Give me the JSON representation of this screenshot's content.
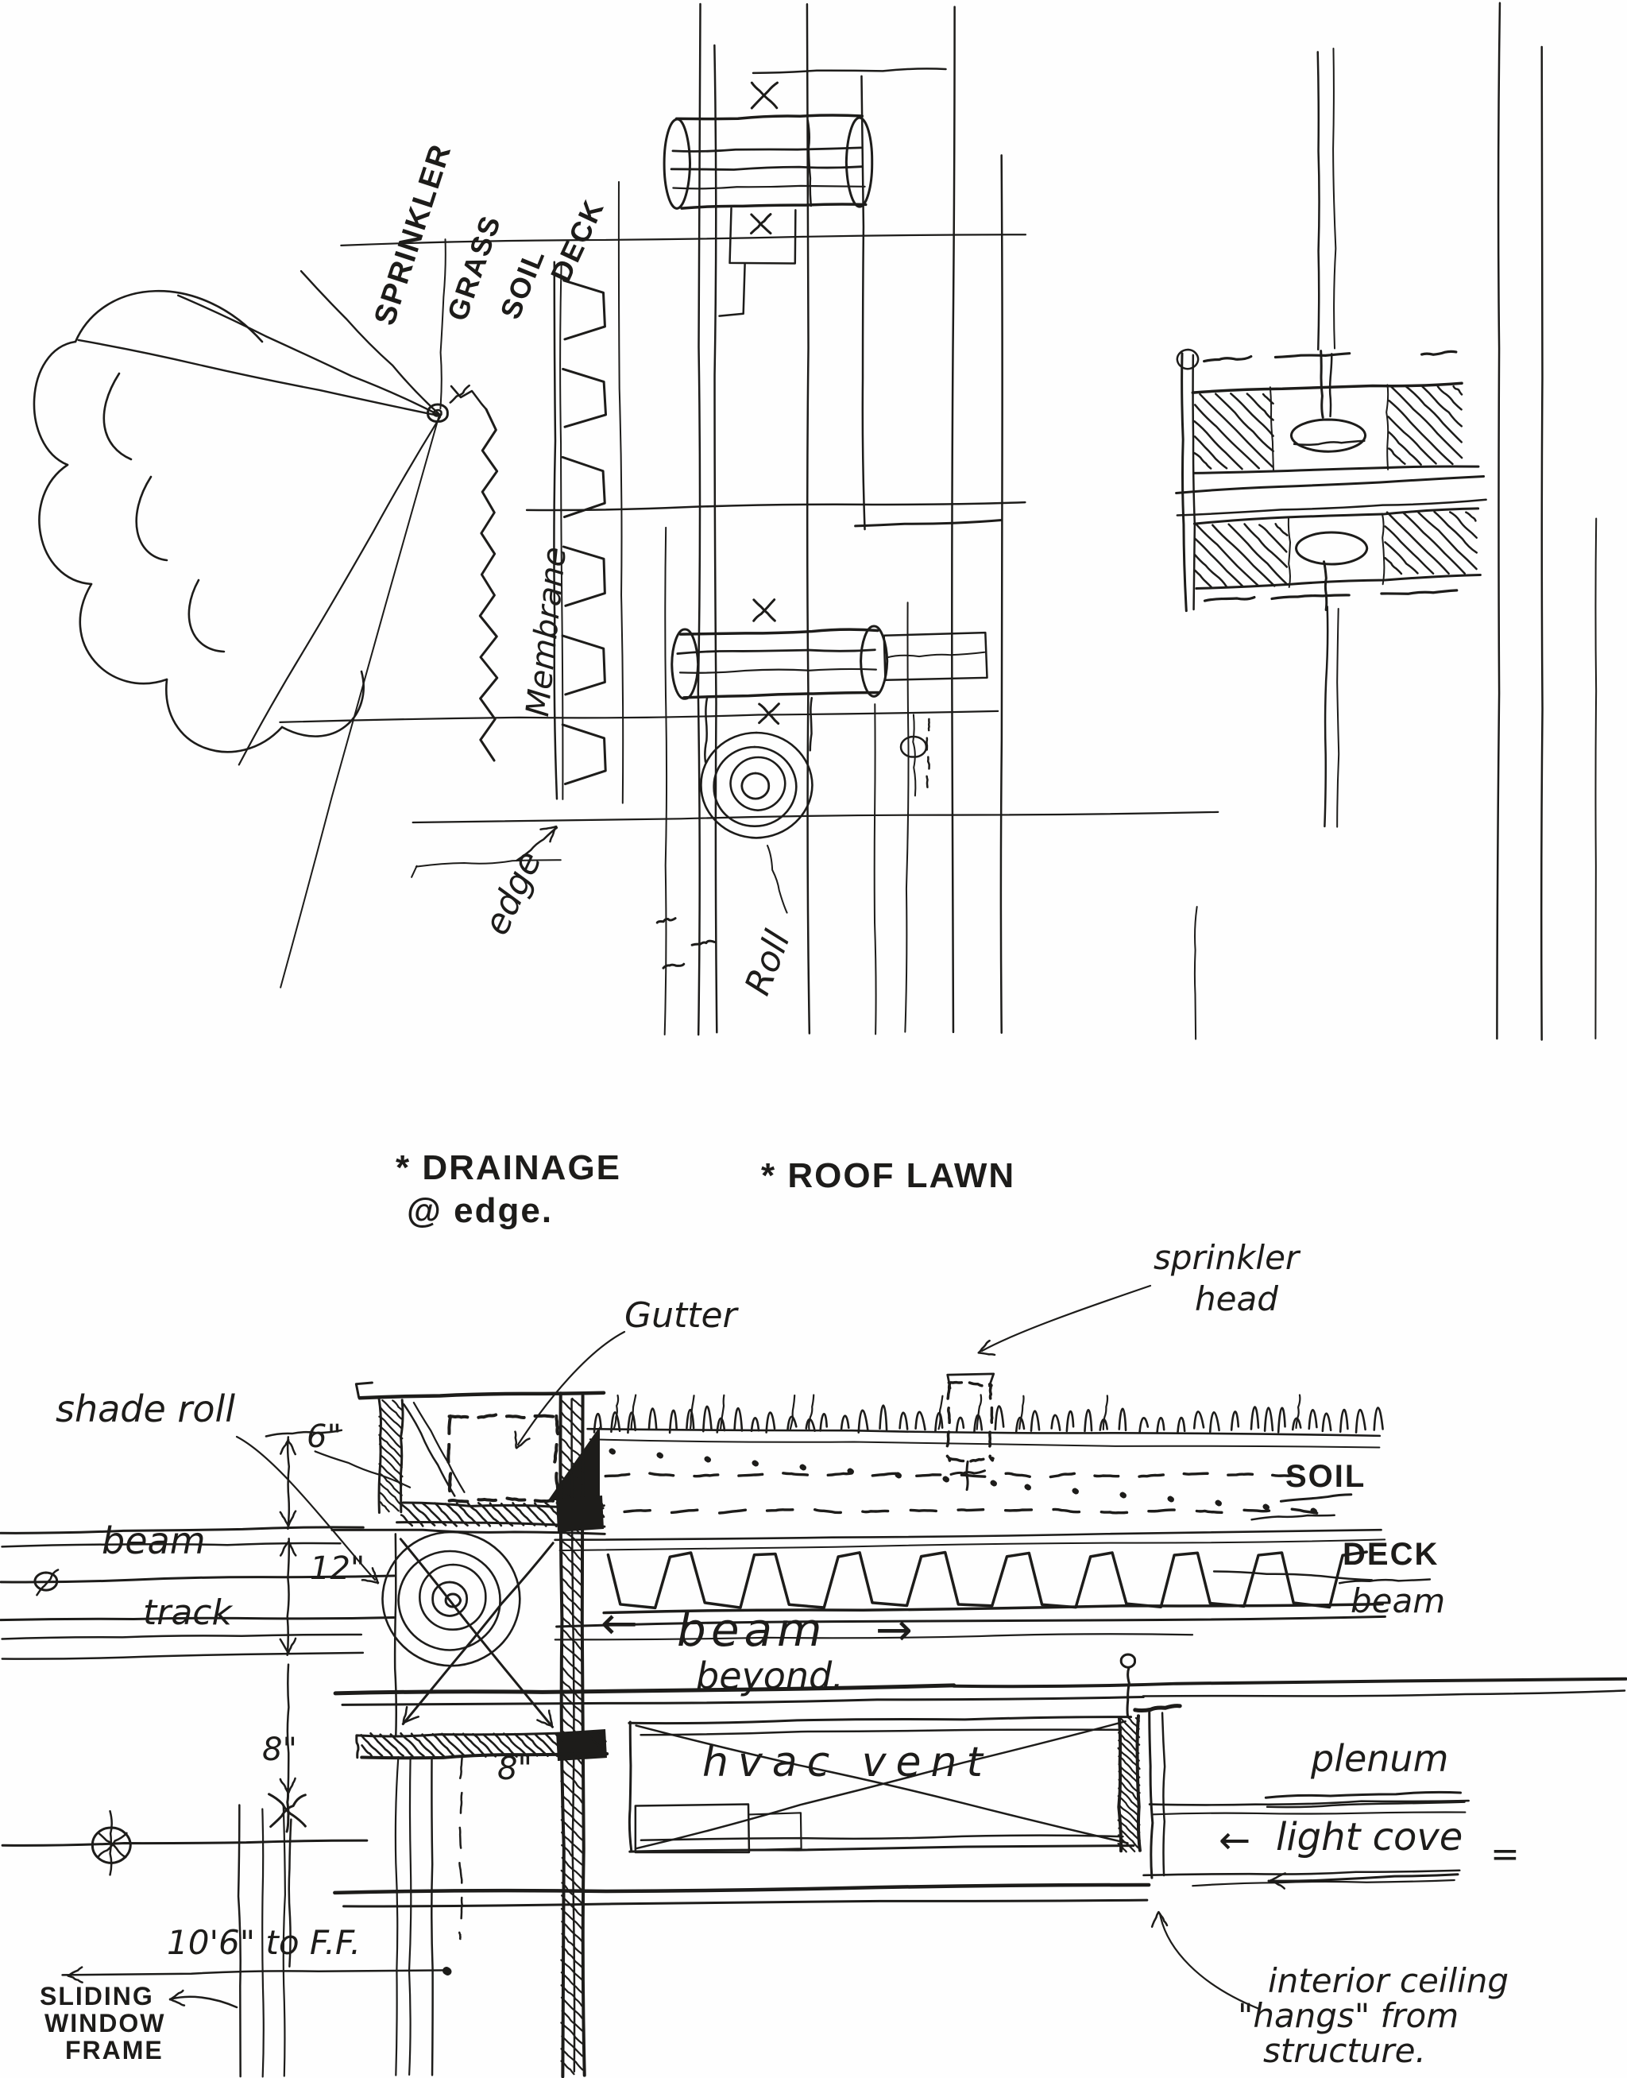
{
  "sketch": {
    "medium": "pen-and-ink architectural detail sketch",
    "subject": "roof lawn edge: plan study (top) and section at drainage edge (bottom)"
  },
  "colors": {
    "ink": "#1d1c1a",
    "paper": "#fefefe"
  },
  "top": {
    "sprinkler": "SPRINKLER",
    "grass": "GRASS",
    "soil": "SOIL",
    "deck": "DECK",
    "membrane": "Membrane",
    "edge": "edge",
    "roll": "Roll"
  },
  "titles": {
    "drainage_line1": "* DRAINAGE",
    "drainage_line2": "@ edge.",
    "roof_lawn": "* ROOF LAWN"
  },
  "section": {
    "sprinkler_line1": "sprinkler",
    "sprinkler_line2": "head",
    "gutter": "Gutter",
    "shade_roll": "shade roll",
    "dim_6in": "6\"",
    "beam_left": "beam",
    "dim_12in": "12\"",
    "track": "track",
    "soil": "SOIL",
    "deck": "DECK",
    "beam_right": "beam",
    "arrow_left": "←",
    "beam_center": "beam",
    "arrow_right": "→",
    "beyond": "beyond.",
    "plenum": "plenum",
    "hvac_vent": "hvac vent",
    "light_cove_arrow": "←",
    "light_cove": "light cove",
    "light_cove_eq": "=",
    "dim_8in_left": "8\"",
    "dim_8in_mid": "8\"",
    "dim_ff": "10'6\" to F.F.",
    "sliding_line1": "SLIDING",
    "sliding_line2": "WINDOW",
    "sliding_line3": "FRAME",
    "ceiling_line1": "interior ceiling",
    "ceiling_line2": "\"hangs\" from",
    "ceiling_line3": "structure."
  }
}
